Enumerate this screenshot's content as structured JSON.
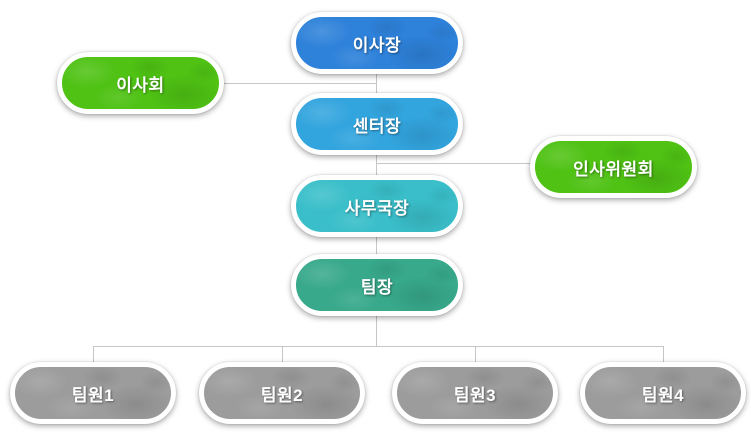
{
  "diagram": {
    "type": "org-chart",
    "background": "#ffffff",
    "connector_color": "#c6c6c6",
    "nodes": {
      "chairman": {
        "label": "이사장",
        "color": "#2e82da"
      },
      "board": {
        "label": "이사회",
        "color": "#4fc214"
      },
      "center_director": {
        "label": "센터장",
        "color": "#33a5de"
      },
      "hr_committee": {
        "label": "인사위원회",
        "color": "#4fc214"
      },
      "secretary_general": {
        "label": "사무국장",
        "color": "#3abfca"
      },
      "team_leader": {
        "label": "팀장",
        "color": "#38a98b"
      },
      "member1": {
        "label": "팀원1",
        "color": "#9c9c9c"
      },
      "member2": {
        "label": "팀원2",
        "color": "#9c9c9c"
      },
      "member3": {
        "label": "팀원3",
        "color": "#9c9c9c"
      },
      "member4": {
        "label": "팀원4",
        "color": "#9c9c9c"
      }
    },
    "edges": [
      {
        "from": "chairman",
        "to": "center_director",
        "type": "vertical"
      },
      {
        "from": "board",
        "to": "trunk between chairman and center_director",
        "type": "lateral-left"
      },
      {
        "from": "center_director",
        "to": "secretary_general",
        "type": "vertical"
      },
      {
        "from": "hr_committee",
        "to": "trunk between center_director and secretary_general",
        "type": "lateral-right"
      },
      {
        "from": "secretary_general",
        "to": "team_leader",
        "type": "vertical"
      },
      {
        "from": "team_leader",
        "to": [
          "member1",
          "member2",
          "member3",
          "member4"
        ],
        "type": "branch"
      }
    ]
  }
}
